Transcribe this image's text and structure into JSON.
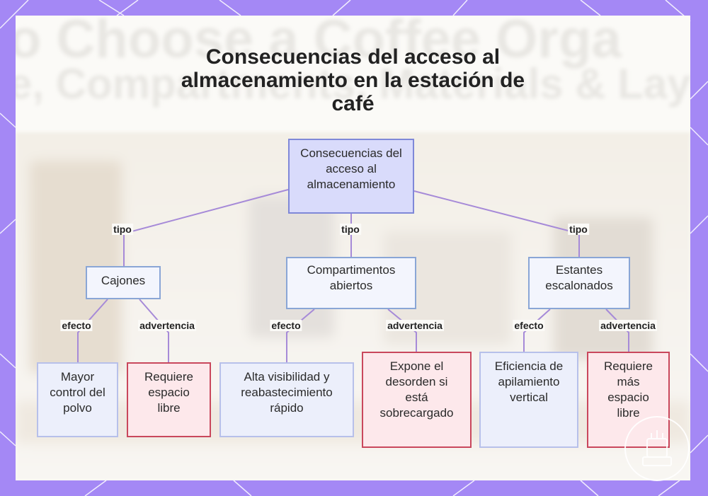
{
  "title": "Consecuencias del acceso al almacenamiento en la estación de café",
  "background_text": {
    "line1": "o Choose a Coffee Orga",
    "line2": "e, Compartments, Materials & Lay"
  },
  "colors": {
    "frame": "#a488f5",
    "root_fill": "#d9dbfb",
    "root_border": "#7f88d8",
    "effect_border": "#b7c0ea",
    "warning_border": "#c9475c",
    "warning_fill": "#fde8eb",
    "edge": "#a68ad8"
  },
  "root": {
    "label": "Consecuencias del acceso al almacenamiento"
  },
  "edge_labels": {
    "type": "tipo",
    "effect": "efecto",
    "warning": "advertencia"
  },
  "branches": [
    {
      "label": "Cajones",
      "effect": "Mayor control del polvo",
      "warning": "Requiere espacio libre"
    },
    {
      "label": "Compartimentos abiertos",
      "effect": "Alta visibilidad y reabastecimiento rápido",
      "warning": "Expone el desorden si está sobrecargado"
    },
    {
      "label": "Estantes escalonados",
      "effect": "Eficiencia de apilamiento vertical",
      "warning": "Requiere más espacio libre"
    }
  ],
  "logo_icon": "coffee-machine-icon"
}
